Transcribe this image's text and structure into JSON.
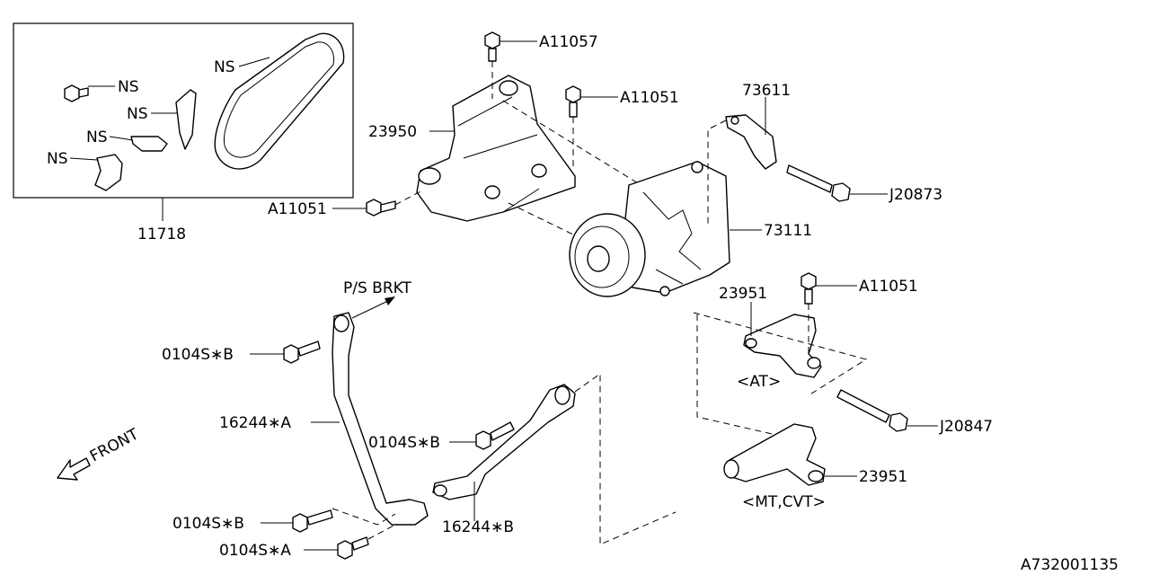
{
  "labels": {
    "ns_belt": "NS",
    "ns_bolt": "NS",
    "ns_clip1": "NS",
    "ns_clip2": "NS",
    "ns_clip3": "NS",
    "kit": "11718",
    "a11057": "A11057",
    "a11051_top": "A11051",
    "b23950": "23950",
    "a11051_left": "A11051",
    "b73611": "73611",
    "j20873": "J20873",
    "c73111": "73111",
    "ps_brkt": "P/S BRKT",
    "b23951_at": "23951",
    "a11051_right": "A11051",
    "at_note": "<AT>",
    "j20847": "J20847",
    "b23951_mt": "23951",
    "mt_note": "<MT,CVT>",
    "b0104b_top": "0104S∗B",
    "b16244a": "16244∗A",
    "b0104b_mid": "0104S∗B",
    "b0104b_low": "0104S∗B",
    "b0104a": "0104S∗A",
    "b16244b": "16244∗B",
    "front": "FRONT",
    "ref_code": "A732001135"
  }
}
